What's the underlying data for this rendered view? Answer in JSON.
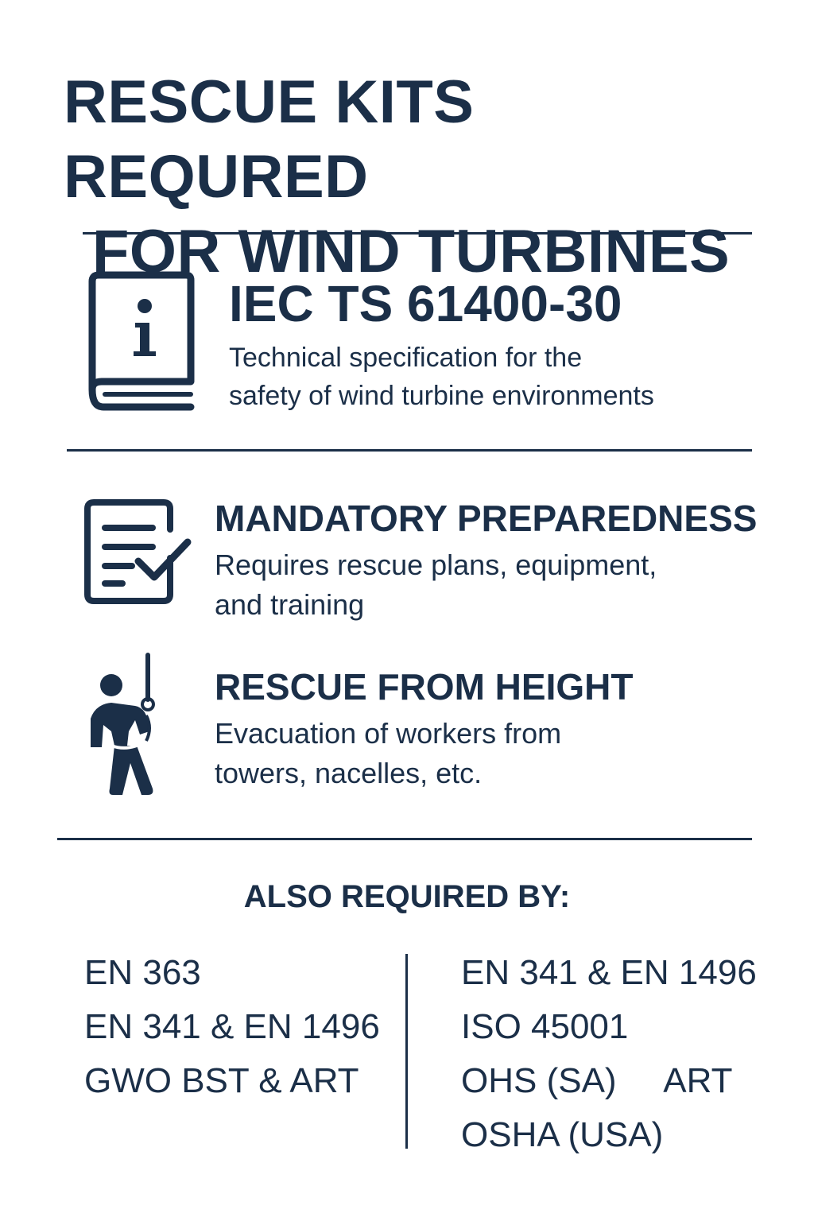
{
  "title": {
    "line1": "RESCUE KITS REQURED",
    "line2": "FOR WIND TURBINES"
  },
  "sections": [
    {
      "icon": "info-book-icon",
      "heading": "IEC TS 61400-30",
      "body_line1": "Technical specification for the",
      "body_line2": "safety of wind turbine environments"
    },
    {
      "icon": "checklist-icon",
      "heading": "MANDATORY PREPAREDNESS",
      "body_line1": "Requires rescue plans, equipment,",
      "body_line2": "and training"
    },
    {
      "icon": "harness-worker-icon",
      "heading": "RESCUE FROM HEIGHT",
      "body_line1": "Evacuation of workers from",
      "body_line2": "towers, nacelles, etc."
    }
  ],
  "also_required": {
    "heading": "ALSO REQUIRED BY:",
    "left": [
      "EN 363",
      "EN 341 & EN 1496",
      "GWO BST & ART"
    ],
    "right": [
      "EN 341 & EN 1496",
      "ISO 45001",
      "OHS (SA)     ART",
      "OSHA (USA)"
    ]
  },
  "colors": {
    "ink": "#1b2f48",
    "background": "#ffffff"
  }
}
